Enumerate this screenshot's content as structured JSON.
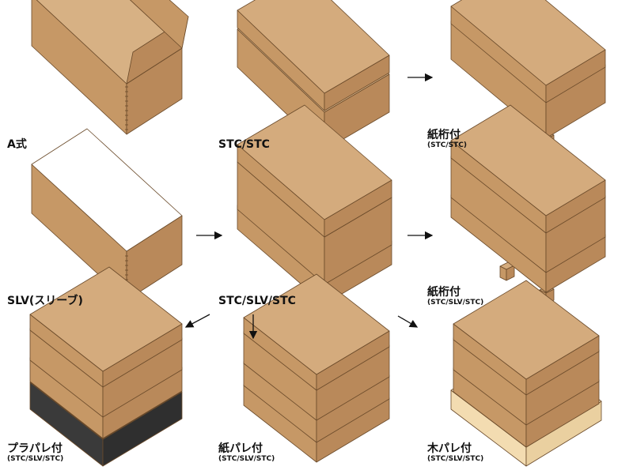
{
  "colors": {
    "top": "#d4ab7d",
    "left": "#c69866",
    "right": "#b9895a",
    "inside": "#d7b184",
    "edge": "#6a4a2a",
    "plastic_pallet": "#3a3a3a",
    "wood_pallet": "#f3dcb1",
    "arrow": "#111111"
  },
  "labels": [
    {
      "id": "a-style",
      "title": "A式",
      "sub": ""
    },
    {
      "id": "stc-stc",
      "title": "STC/STC",
      "sub": ""
    },
    {
      "id": "paper-beam-1",
      "title": "紙桁付",
      "sub": "(STC/STC)"
    },
    {
      "id": "slv",
      "title": "SLV(スリーブ)",
      "sub": ""
    },
    {
      "id": "stc-slv-stc",
      "title": "STC/SLV/STC",
      "sub": ""
    },
    {
      "id": "paper-beam-2",
      "title": "紙桁付",
      "sub": "(STC/SLV/STC)"
    },
    {
      "id": "plastic-pallet",
      "title": "プラパレ付",
      "sub": "(STC/SLV/STC)"
    },
    {
      "id": "paper-pallet",
      "title": "紙パレ付",
      "sub": "(STC/SLV/STC)"
    },
    {
      "id": "wood-pallet",
      "title": "木パレ付",
      "sub": "(STC/SLV/STC)"
    }
  ]
}
